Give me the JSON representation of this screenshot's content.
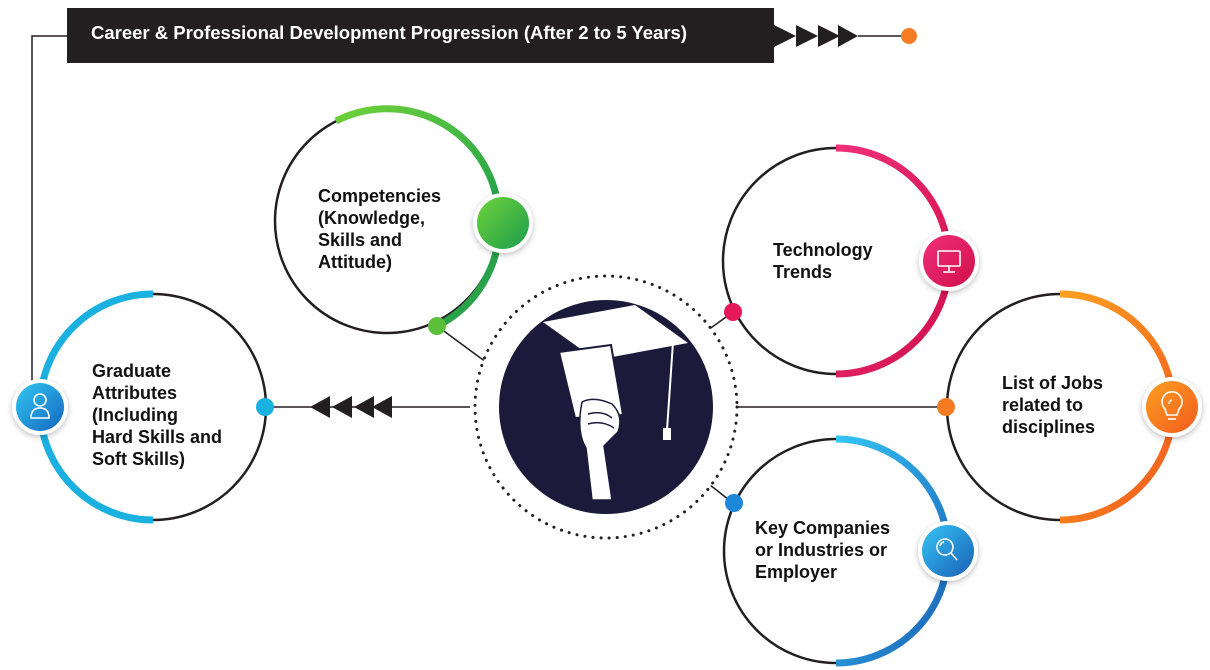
{
  "banner": {
    "title": "Career & Professional Development Progression (After 2 to 5 Years)"
  },
  "nodes": {
    "graduate": {
      "label": "Graduate\nAttributes\n(Including\nHard Skills and\nSoft Skills)",
      "icon": "user-icon",
      "color": "#1ab0e0"
    },
    "competencies": {
      "label": "Competencies\n(Knowledge,\nSkills and\nAttitude)",
      "icon": "green-dot-icon",
      "color": "#5cbf3a"
    },
    "technology": {
      "label": "Technology\nTrends",
      "icon": "monitor-icon",
      "color": "#e6195b"
    },
    "jobs": {
      "label": "List of Jobs\nrelated to\ndisciplines",
      "icon": "lightbulb-icon",
      "color": "#f57c20"
    },
    "companies": {
      "label": "Key Companies\nor Industries or\nEmployer",
      "icon": "magnifier-icon",
      "color": "#1e88d8"
    }
  },
  "center": {
    "icon": "graduation-cap-hand-icon"
  }
}
